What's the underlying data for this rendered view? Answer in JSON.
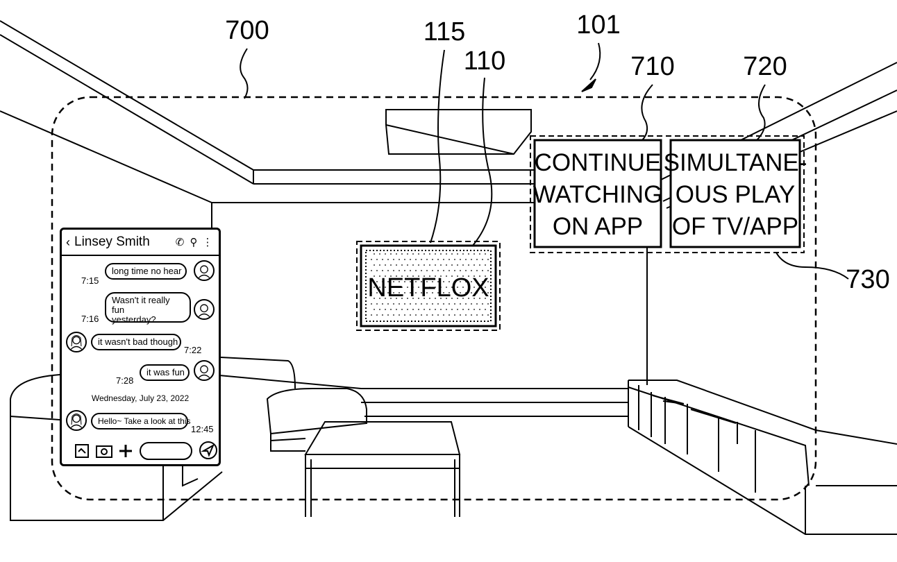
{
  "refs": {
    "r700": "700",
    "r115": "115",
    "r110": "110",
    "r101": "101",
    "r710": "710",
    "r720": "720",
    "r730": "730"
  },
  "tv": {
    "label": "NETFLOX"
  },
  "options": {
    "continue": [
      "CONTINUE",
      "WATCHING",
      "ON APP"
    ],
    "simul": [
      "SIMULTANE-",
      "OUS PLAY",
      "OF TV/APP"
    ]
  },
  "chat": {
    "contact": "Linsey Smith",
    "messages": [
      {
        "text": "long time no hear",
        "time": "7:15"
      },
      {
        "text1": "Wasn't it really fun",
        "text2": "yesterday?",
        "time": "7:16"
      },
      {
        "text": "it wasn't bad though",
        "time": "7:22"
      },
      {
        "text": "it was fun",
        "time": "7:28"
      },
      {
        "text": "Hello~ Take a look at this",
        "time": "12:45"
      }
    ],
    "date": "Wednesday, July 23, 2022"
  }
}
